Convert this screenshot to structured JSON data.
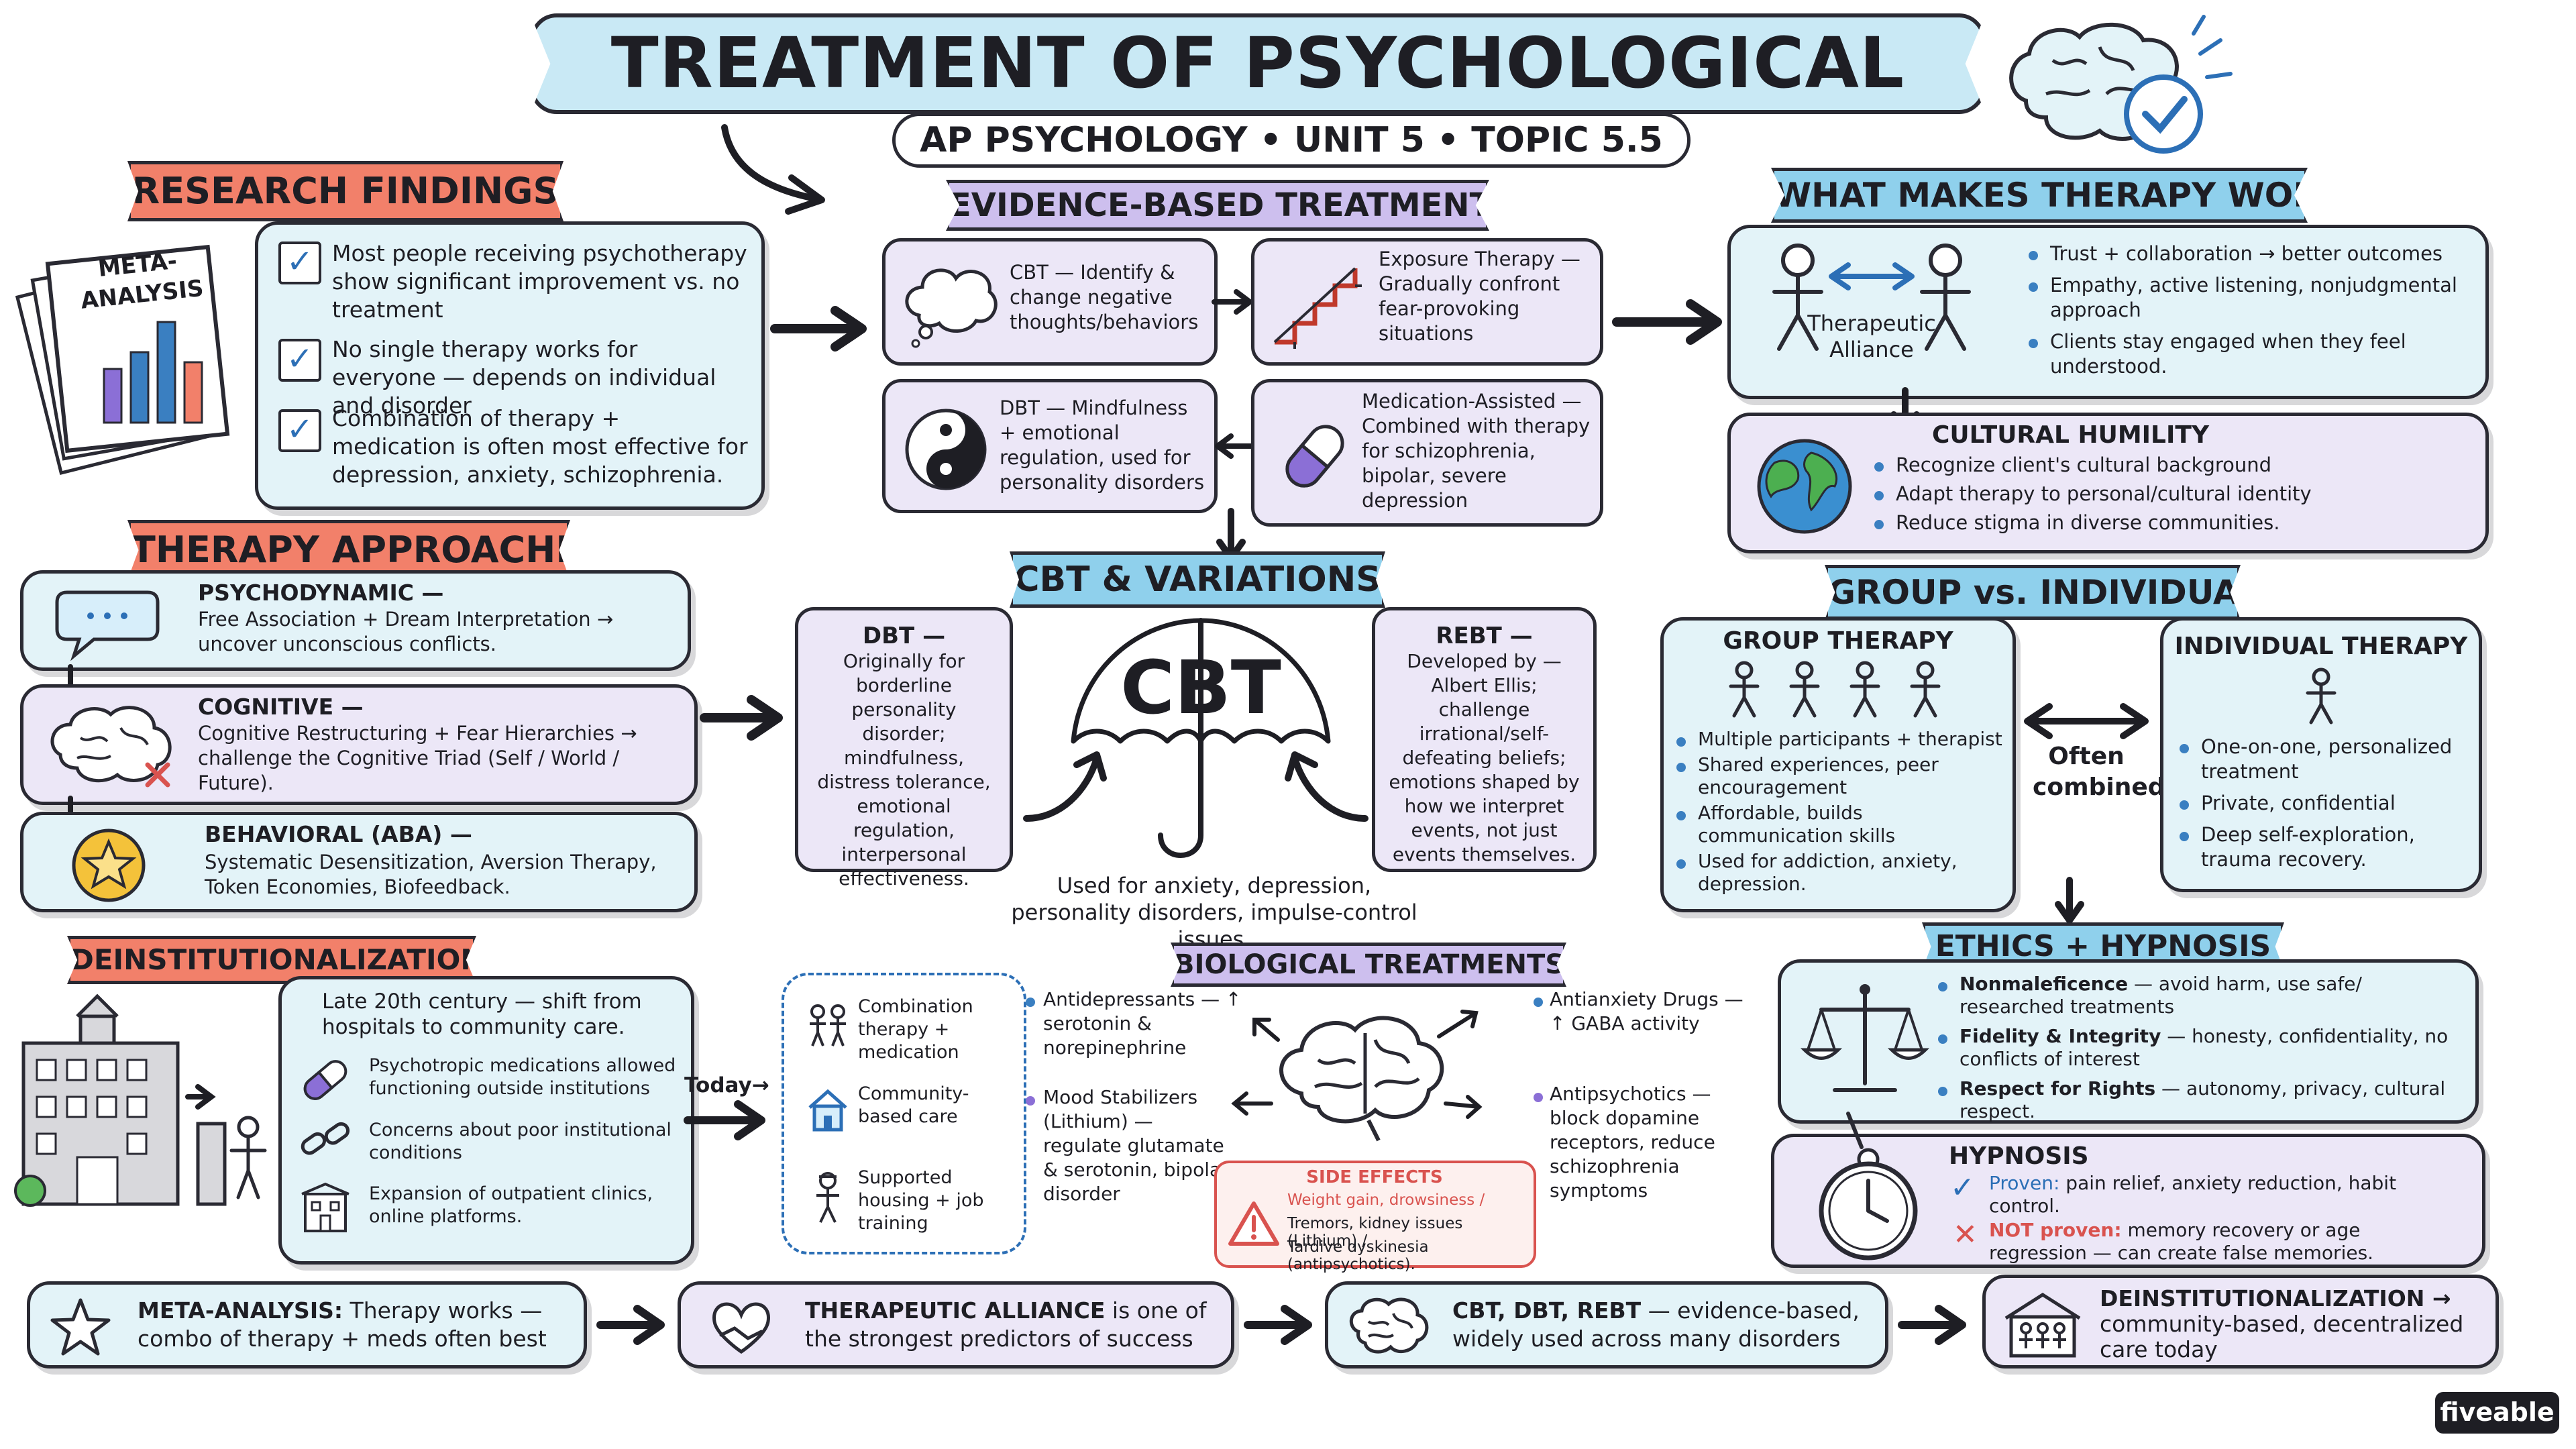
{
  "header": {
    "title": "Treatment of Psychological Disorders",
    "subtitle": "AP PSYCHOLOGY • UNIT 5 • TOPIC 5.5"
  },
  "research": {
    "banner": "RESEARCH FINDINGS",
    "meta_label_1": "META-",
    "meta_label_2": "ANALYSIS",
    "items": [
      "Most people receiving psychotherapy show significant improvement vs. no treatment",
      "No single therapy works for everyone — depends on individual and disorder",
      "Combination of therapy + medication is often most effective for depression, anxiety, schizophrenia."
    ]
  },
  "ebt": {
    "banner": "EVIDENCE-BASED TREATMENTS",
    "cbt": "CBT — Identify & change negative thoughts/behaviors",
    "exposure": "Exposure Therapy — Gradually confront fear-provoking situations",
    "dbt": "DBT — Mindfulness + emotional regulation, used for personality disorders",
    "medication": "Medication-Assisted — Combined with therapy for schizophrenia, bipolar, severe depression"
  },
  "works": {
    "banner": "WHAT MAKES THERAPY WORK?",
    "alliance_1": "Therapeutic",
    "alliance_2": "Alliance",
    "items": [
      "Trust + collaboration → better outcomes",
      "Empathy, active listening, nonjudgmental approach",
      "Clients stay engaged when they feel understood."
    ]
  },
  "humility": {
    "title": "CULTURAL HUMILITY",
    "items": [
      "Recognize client's cultural background",
      "Adapt therapy to personal/cultural identity",
      "Reduce stigma in diverse communities."
    ]
  },
  "approaches": {
    "banner": "THERAPY APPROACHES",
    "psycho_title": "PSYCHODYNAMIC —",
    "psycho_text": "Free Association + Dream Interpretation → uncover unconscious conflicts.",
    "cog_title": "COGNITIVE —",
    "cog_text": "Cognitive Restructuring + Fear Hierarchies → challenge the Cognitive Triad (Self / World / Future).",
    "beh_title": "BEHAVIORAL (ABA) —",
    "beh_text": "Systematic Desensitization, Aversion Therapy, Token Economies, Biofeedback."
  },
  "cbtvar": {
    "banner": "CBT & VARIATIONS",
    "umbrella": "CBT",
    "dbt_title": "DBT —",
    "dbt_text": "Originally for borderline personality disorder; mindfulness, distress tolerance, emotional regulation, interpersonal effectiveness.",
    "rebt_title": "REBT —",
    "rebt_text": "Developed by — Albert Ellis; challenge irrational/self-defeating beliefs; emotions shaped by how we interpret events, not just events themselves.",
    "used_for": "Used for anxiety, depression, personality disorders, impulse-control issues."
  },
  "group": {
    "banner": "GROUP vs. INDIVIDUAL",
    "group_title": "GROUP THERAPY",
    "group_items": [
      "Multiple participants + therapist",
      "Shared experiences, peer encouragement",
      "Affordable, builds communication skills",
      "Used for addiction, anxiety, depression."
    ],
    "often": "Often combined",
    "ind_title": "INDIVIDUAL THERAPY",
    "ind_items": [
      "One-on-one, personalized treatment",
      "Private, confidential",
      "Deep self-exploration, trauma recovery."
    ]
  },
  "deinst": {
    "banner": "DEINSTITUTIONALIZATION",
    "intro": "Late 20th century — shift from hospitals to community care.",
    "items": [
      "Psychotropic medications allowed functioning outside institutions",
      "Concerns about poor institutional conditions",
      "Expansion of outpatient clinics, online platforms."
    ],
    "today": "Today→",
    "today_items": [
      "Combination therapy + medication",
      "Community-based care",
      "Supported housing + job training"
    ]
  },
  "bio": {
    "banner": "BIOLOGICAL TREATMENTS",
    "antidep": "Antidepressants — ↑ serotonin & norepinephrine",
    "mood": "Mood Stabilizers (Lithium) — regulate glutamate & serotonin, bipolar disorder",
    "antianx": "Antianxiety Drugs — ↑ GABA activity",
    "antipsy": "Antipsychotics — block dopamine receptors, reduce schizophrenia symptoms",
    "side_title": "SIDE EFFECTS",
    "side_1": "Weight gain, drowsiness /",
    "side_2": "Tremors, kidney issues (Lithium) /",
    "side_3": "Tardive dyskinesia (antipsychotics)."
  },
  "ethics": {
    "banner": "ETHICS + HYPNOSIS",
    "items": [
      {
        "label": "Nonmaleficence",
        "text": " — avoid harm, use safe/ researched treatments"
      },
      {
        "label": "Fidelity & Integrity",
        "text": " — honesty, confidentiality, no conflicts of interest"
      },
      {
        "label": "Respect for Rights",
        "text": " — autonomy, privacy, cultural respect."
      }
    ],
    "hyp_title": "HYPNOSIS",
    "proven_label": "Proven:",
    "proven_text": " pain relief, anxiety reduction, habit control.",
    "notproven_label": "NOT proven:",
    "notproven_text": " memory recovery or age regression — can create false memories."
  },
  "summary": [
    {
      "bold": "META-ANALYSIS:",
      "text": " Therapy works — combo of therapy + meds often best"
    },
    {
      "bold": "THERAPEUTIC ALLIANCE",
      "text": " is one of the strongest predictors of success"
    },
    {
      "bold": "CBT, DBT, REBT",
      "text": " — evidence-based, widely used across many disorders"
    },
    {
      "bold": "DEINSTITUTIONALIZATION →",
      "text": " community-based, decentralized care today"
    }
  ],
  "brand": "fiveable",
  "colors": {
    "blue_panel": "#e3f3f8",
    "lavender_panel": "#ece7f7",
    "red_banner": "#f2806a",
    "blue_banner": "#8fd0ec",
    "lavender_banner": "#cdbfee",
    "accent_blue": "#2c6fb6",
    "warning_red": "#d9534f"
  }
}
